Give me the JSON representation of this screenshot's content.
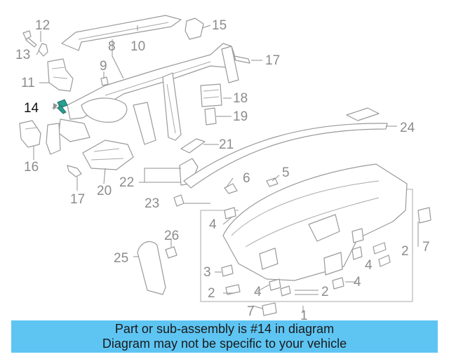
{
  "callouts": {
    "c1": "1",
    "c2": "2",
    "c3": "3",
    "c4": "4",
    "c5": "5",
    "c6": "6",
    "c7": "7",
    "c8": "8",
    "c9": "9",
    "c10": "10",
    "c11": "11",
    "c12": "12",
    "c13": "13",
    "c14": "14",
    "c15": "15",
    "c16": "16",
    "c17": "17",
    "c18": "18",
    "c19": "19",
    "c20": "20",
    "c21": "21",
    "c22": "22",
    "c23": "23",
    "c24": "24",
    "c25": "25",
    "c26": "26"
  },
  "highlight": {
    "part": "14",
    "color": "#2a9d8f"
  },
  "banner": {
    "line1": "Part or sub-assembly is #14 in diagram",
    "line2": "Diagram may not be specific to your vehicle",
    "color": "#5ec5f3"
  }
}
